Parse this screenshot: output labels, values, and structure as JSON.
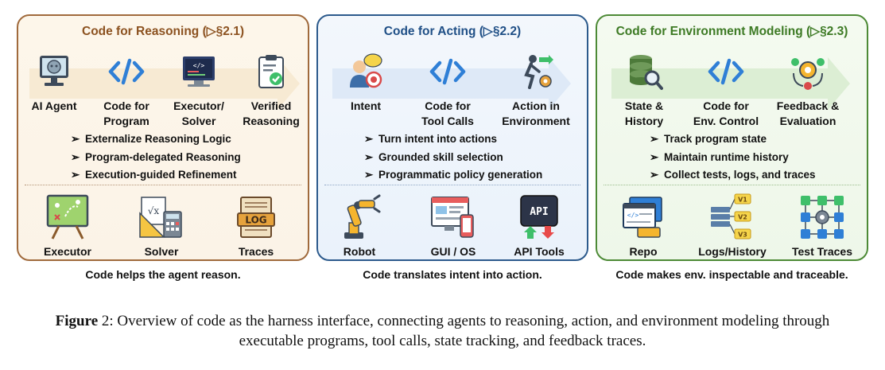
{
  "panels": [
    {
      "title": "Code for Reasoning (▷§2.1)",
      "flow": [
        {
          "label": "AI Agent",
          "icon": "ai-agent-icon"
        },
        {
          "label": "Code for Program",
          "icon": "code-icon"
        },
        {
          "label": "Executor/ Solver",
          "icon": "executor-solver-icon"
        },
        {
          "label": "Verified Reasoning",
          "icon": "verified-reasoning-icon"
        }
      ],
      "bullets": [
        "Externalize Reasoning Logic",
        "Program-delegated Reasoning",
        "Execution-guided Refinement"
      ],
      "bottom": [
        {
          "label": "Executor",
          "icon": "executor-board-icon"
        },
        {
          "label": "Solver",
          "icon": "solver-icon"
        },
        {
          "label": "Traces",
          "icon": "log-traces-icon"
        }
      ],
      "log_text": "LOG",
      "caption": "Code helps the agent reason."
    },
    {
      "title": "Code for Acting (▷§2.2)",
      "flow": [
        {
          "label": "Intent",
          "icon": "intent-icon"
        },
        {
          "label": "Code for Tool Calls",
          "icon": "code-icon"
        },
        {
          "label": "Action in Environment",
          "icon": "action-icon"
        }
      ],
      "bullets": [
        "Turn intent into actions",
        "Grounded skill selection",
        "Programmatic policy generation"
      ],
      "bottom": [
        {
          "label": "Robot",
          "icon": "robot-arm-icon"
        },
        {
          "label": "GUI / OS",
          "icon": "gui-os-icon"
        },
        {
          "label": "API Tools",
          "icon": "api-tools-icon"
        }
      ],
      "api_text": "API",
      "caption": "Code translates intent into action."
    },
    {
      "title": "Code for Environment Modeling (▷§2.3)",
      "flow": [
        {
          "label": "State & History",
          "icon": "state-history-icon"
        },
        {
          "label": "Code for Env. Control",
          "icon": "code-icon"
        },
        {
          "label": "Feedback & Evaluation",
          "icon": "feedback-icon"
        }
      ],
      "bullets": [
        "Track program state",
        "Maintain runtime history",
        "Collect tests, logs, and traces"
      ],
      "bottom": [
        {
          "label": "Repo",
          "icon": "repo-icon"
        },
        {
          "label": "Logs/History",
          "icon": "logs-history-icon"
        },
        {
          "label": "Test Traces",
          "icon": "test-traces-icon"
        }
      ],
      "version_tags": [
        "V1",
        "V2",
        "V3"
      ],
      "caption": "Code makes env. inspectable and traceable."
    }
  ],
  "figure": {
    "label": "Figure",
    "number": "2",
    "text": ": Overview of code as the harness interface, connecting agents to reasoning, action, and environment modeling through executable programs, tool calls, state tracking, and feedback traces."
  },
  "colors": {
    "reasoning": "#a06a3c",
    "acting": "#2c5a8c",
    "environment": "#4d8a36",
    "code_blue": "#2f7fd6"
  }
}
